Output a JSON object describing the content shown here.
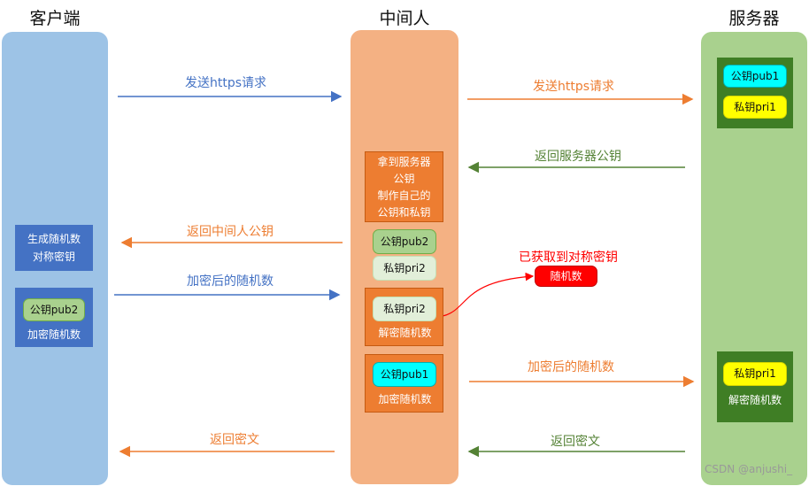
{
  "columns": {
    "client": "客户端",
    "mitm": "中间人",
    "server": "服务器"
  },
  "messages": {
    "client_https": "发送https请求",
    "mitm_https": "发送https请求",
    "server_pubkey": "返回服务器公钥",
    "mitm_pubkey": "返回中间人公钥",
    "encrypted_random_client": "加密后的随机数",
    "encrypted_random_mitm": "加密后的随机数",
    "ciphertext_server": "返回密文",
    "ciphertext_mitm": "返回密文"
  },
  "client": {
    "gen_box": [
      "生成随机数",
      "对称密钥"
    ],
    "pub2": "公钥pub2",
    "encrypt": "加密随机数"
  },
  "mitm": {
    "make_keys": [
      "拿到服务器",
      "公钥",
      "制作自己的",
      "公钥和私钥"
    ],
    "pub2": "公钥pub2",
    "pri2": "私钥pri2",
    "decrypt_pri2": "私钥pri2",
    "decrypt_label": "解密随机数",
    "encrypt_pub1": "公钥pub1",
    "encrypt_label": "加密随机数"
  },
  "server": {
    "pub1": "公钥pub1",
    "pri1": "私钥pri1",
    "decrypt_pri1": "私钥pri1",
    "decrypt_label": "解密随机数"
  },
  "leak": {
    "caption": "已获取到对称密钥",
    "random": "随机数"
  },
  "watermark": "CSDN @anjushi_",
  "colors": {
    "client_lane": "#9dc3e6",
    "mitm_lane": "#f4b183",
    "server_lane": "#a9d18e",
    "blue": "#4472c4",
    "orange": "#ed7d31",
    "green": "#548235",
    "red": "#ff0000"
  }
}
